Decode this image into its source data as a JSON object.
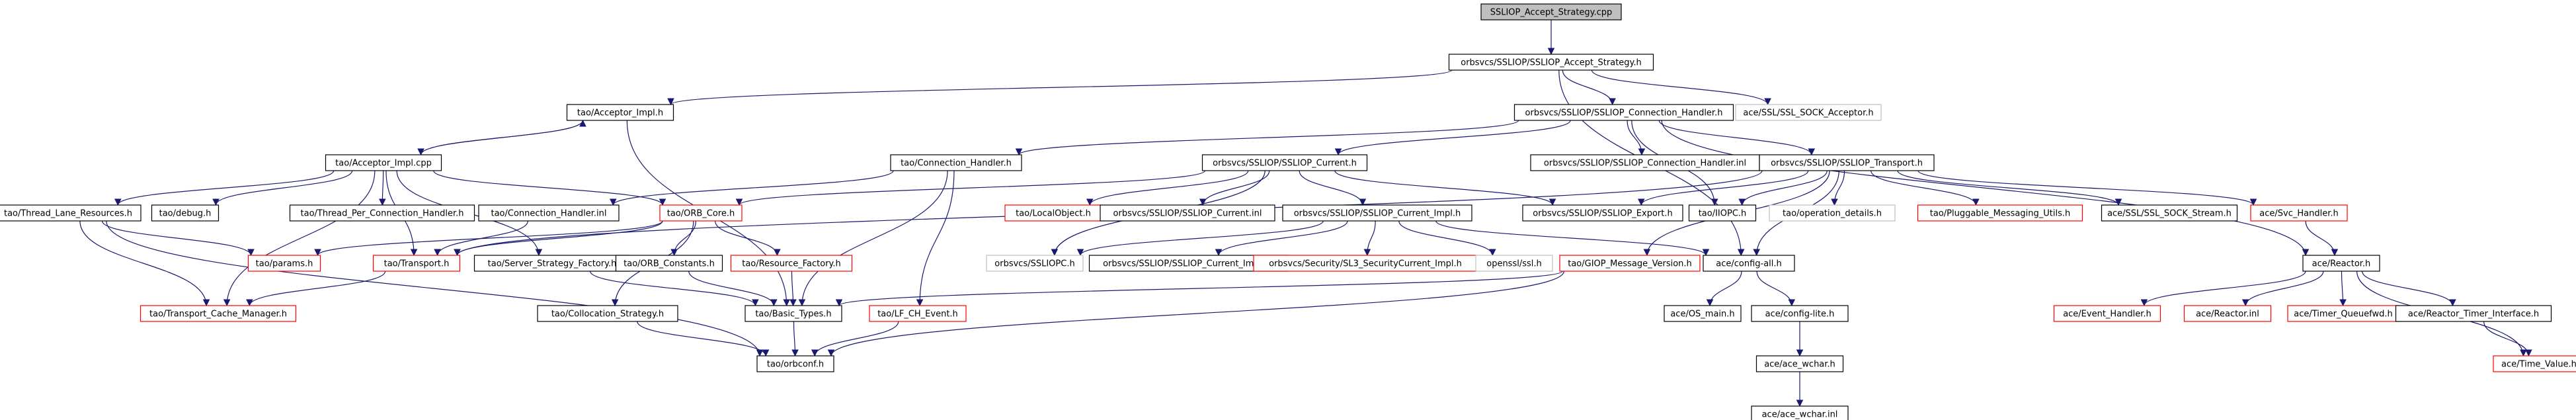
{
  "colors": {
    "edge": "#191970",
    "border_normal": "#000000",
    "border_external": "#ff0000",
    "border_missing": "#bfbfbf",
    "fill_root": "#bfbfbf",
    "fill_default": "#ffffff"
  },
  "nodes": [
    {
      "id": "root",
      "label": "SSLIOP_Accept_Strategy.cpp",
      "kind": "root"
    },
    {
      "id": "accept_h",
      "label": "orbsvcs/SSLIOP/SSLIOP_Accept_Strategy.h",
      "kind": "normal"
    },
    {
      "id": "acceptor_impl_h",
      "label": "tao/Acceptor_Impl.h",
      "kind": "normal"
    },
    {
      "id": "conn_handler_ssl_h",
      "label": "orbsvcs/SSLIOP/SSLIOP_Connection_Handler.h",
      "kind": "normal"
    },
    {
      "id": "ssl_sock_acceptor_h",
      "label": "ace/SSL/SSL_SOCK_Acceptor.h",
      "kind": "missing"
    },
    {
      "id": "acceptor_impl_cpp",
      "label": "tao/Acceptor_Impl.cpp",
      "kind": "normal"
    },
    {
      "id": "connection_handler_h",
      "label": "tao/Connection_Handler.h",
      "kind": "normal"
    },
    {
      "id": "sslioP_current_h",
      "label": "orbsvcs/SSLIOP/SSLIOP_Current.h",
      "kind": "normal"
    },
    {
      "id": "conn_handler_inl",
      "label": "orbsvcs/SSLIOP/SSLIOP_Connection_Handler.inl",
      "kind": "normal"
    },
    {
      "id": "transport_ssl_h",
      "label": "orbsvcs/SSLIOP/SSLIOP_Transport.h",
      "kind": "normal"
    },
    {
      "id": "thread_lane_h",
      "label": "tao/Thread_Lane_Resources.h",
      "kind": "normal"
    },
    {
      "id": "debug_h",
      "label": "tao/debug.h",
      "kind": "normal"
    },
    {
      "id": "thread_per_conn_h",
      "label": "tao/Thread_Per_Connection_Handler.h",
      "kind": "normal"
    },
    {
      "id": "conn_handler_tao_inl",
      "label": "tao/Connection_Handler.inl",
      "kind": "normal"
    },
    {
      "id": "orb_core_h",
      "label": "tao/ORB_Core.h",
      "kind": "external"
    },
    {
      "id": "localobject_h",
      "label": "tao/LocalObject.h",
      "kind": "external"
    },
    {
      "id": "current_inl",
      "label": "orbsvcs/SSLIOP/SSLIOP_Current.inl",
      "kind": "normal"
    },
    {
      "id": "ssl_export_h",
      "label": "orbsvcs/SSLIOP/SSLIOP_Export.h",
      "kind": "normal"
    },
    {
      "id": "iiopc_h",
      "label": "tao/IIOPC.h",
      "kind": "normal"
    },
    {
      "id": "op_details_h",
      "label": "tao/operation_details.h",
      "kind": "missing"
    },
    {
      "id": "pluggable_msg_h",
      "label": "tao/Pluggable_Messaging_Utils.h",
      "kind": "external"
    },
    {
      "id": "ssl_sock_stream_h",
      "label": "ace/SSL/SSL_SOCK_Stream.h",
      "kind": "normal"
    },
    {
      "id": "svc_handler_h",
      "label": "ace/Svc_Handler.h",
      "kind": "external"
    },
    {
      "id": "current_impl_h",
      "label": "orbsvcs/SSLIOP/SSLIOP_Current_Impl.h",
      "kind": "normal"
    },
    {
      "id": "params_h",
      "label": "tao/params.h",
      "kind": "external"
    },
    {
      "id": "transport_h",
      "label": "tao/Transport.h",
      "kind": "external"
    },
    {
      "id": "server_strategy_h",
      "label": "tao/Server_Strategy_Factory.h",
      "kind": "normal"
    },
    {
      "id": "orb_constants_h",
      "label": "tao/ORB_Constants.h",
      "kind": "normal"
    },
    {
      "id": "resource_factory_h",
      "label": "tao/Resource_Factory.h",
      "kind": "external"
    },
    {
      "id": "sslIopc_h",
      "label": "orbsvcs/SSLIOPC.h",
      "kind": "missing"
    },
    {
      "id": "current_impl_inl",
      "label": "orbsvcs/SSLIOP/SSLIOP_Current_Impl.inl",
      "kind": "normal"
    },
    {
      "id": "securitycurrent_h",
      "label": "orbsvcs/Security/SL3_SecurityCurrent_Impl.h",
      "kind": "external"
    },
    {
      "id": "openssl_h",
      "label": "openssl/ssl.h",
      "kind": "missing"
    },
    {
      "id": "giop_msg_h",
      "label": "tao/GIOP_Message_Version.h",
      "kind": "external"
    },
    {
      "id": "config_all_h",
      "label": "ace/config-all.h",
      "kind": "normal"
    },
    {
      "id": "reactor_h",
      "label": "ace/Reactor.h",
      "kind": "normal"
    },
    {
      "id": "transport_cache_h",
      "label": "tao/Transport_Cache_Manager.h",
      "kind": "external"
    },
    {
      "id": "collocation_h",
      "label": "tao/Collocation_Strategy.h",
      "kind": "normal"
    },
    {
      "id": "basic_types_h",
      "label": "tao/Basic_Types.h",
      "kind": "normal"
    },
    {
      "id": "lf_ch_event_h",
      "label": "tao/LF_CH_Event.h",
      "kind": "external"
    },
    {
      "id": "os_main_h",
      "label": "ace/OS_main.h",
      "kind": "normal"
    },
    {
      "id": "config_lite_h",
      "label": "ace/config-lite.h",
      "kind": "normal"
    },
    {
      "id": "event_handler_h",
      "label": "ace/Event_Handler.h",
      "kind": "external"
    },
    {
      "id": "reactor_inl",
      "label": "ace/Reactor.inl",
      "kind": "external"
    },
    {
      "id": "timer_queuefwd_h",
      "label": "ace/Timer_Queuefwd.h",
      "kind": "external"
    },
    {
      "id": "reactor_timer_h",
      "label": "ace/Reactor_Timer_Interface.h",
      "kind": "normal"
    },
    {
      "id": "orbconf_h",
      "label": "tao/orbconf.h",
      "kind": "normal"
    },
    {
      "id": "ace_wchar_h",
      "label": "ace/ace_wchar.h",
      "kind": "normal"
    },
    {
      "id": "time_value_h",
      "label": "ace/Time_Value.h",
      "kind": "external"
    },
    {
      "id": "ace_wchar_inl",
      "label": "ace/ace_wchar.inl",
      "kind": "normal"
    }
  ],
  "edges": [
    [
      "root",
      "accept_h"
    ],
    [
      "accept_h",
      "acceptor_impl_h"
    ],
    [
      "accept_h",
      "conn_handler_ssl_h"
    ],
    [
      "accept_h",
      "ssl_sock_acceptor_h"
    ],
    [
      "accept_h",
      "config_all_h"
    ],
    [
      "acceptor_impl_h",
      "acceptor_impl_cpp"
    ],
    [
      "acceptor_impl_cpp",
      "acceptor_impl_h"
    ],
    [
      "acceptor_impl_h",
      "basic_types_h"
    ],
    [
      "acceptor_impl_cpp",
      "thread_lane_h"
    ],
    [
      "acceptor_impl_cpp",
      "debug_h"
    ],
    [
      "acceptor_impl_cpp",
      "thread_per_conn_h"
    ],
    [
      "acceptor_impl_cpp",
      "orb_core_h"
    ],
    [
      "acceptor_impl_cpp",
      "transport_h"
    ],
    [
      "acceptor_impl_cpp",
      "server_strategy_h"
    ],
    [
      "acceptor_impl_cpp",
      "transport_cache_h"
    ],
    [
      "conn_handler_ssl_h",
      "connection_handler_h"
    ],
    [
      "conn_handler_ssl_h",
      "sslioP_current_h"
    ],
    [
      "conn_handler_ssl_h",
      "conn_handler_inl"
    ],
    [
      "conn_handler_ssl_h",
      "transport_ssl_h"
    ],
    [
      "conn_handler_ssl_h",
      "iiopc_h"
    ],
    [
      "conn_handler_ssl_h",
      "reactor_h"
    ],
    [
      "connection_handler_h",
      "conn_handler_tao_inl"
    ],
    [
      "connection_handler_h",
      "basic_types_h"
    ],
    [
      "connection_handler_h",
      "lf_ch_event_h"
    ],
    [
      "sslioP_current_h",
      "orb_core_h"
    ],
    [
      "sslioP_current_h",
      "localobject_h"
    ],
    [
      "sslioP_current_h",
      "current_inl"
    ],
    [
      "sslioP_current_h",
      "ssl_export_h"
    ],
    [
      "sslioP_current_h",
      "current_impl_h"
    ],
    [
      "sslioP_current_h",
      "sslIopc_h"
    ],
    [
      "transport_ssl_h",
      "ssl_export_h"
    ],
    [
      "transport_ssl_h",
      "iiopc_h"
    ],
    [
      "transport_ssl_h",
      "op_details_h"
    ],
    [
      "transport_ssl_h",
      "pluggable_msg_h"
    ],
    [
      "transport_ssl_h",
      "ssl_sock_stream_h"
    ],
    [
      "transport_ssl_h",
      "svc_handler_h"
    ],
    [
      "transport_ssl_h",
      "giop_msg_h"
    ],
    [
      "transport_ssl_h",
      "config_all_h"
    ],
    [
      "transport_ssl_h",
      "transport_h"
    ],
    [
      "svc_handler_h",
      "reactor_h"
    ],
    [
      "current_impl_h",
      "sslIopc_h"
    ],
    [
      "current_impl_h",
      "current_impl_inl"
    ],
    [
      "current_impl_h",
      "securitycurrent_h"
    ],
    [
      "current_impl_h",
      "openssl_h"
    ],
    [
      "current_impl_h",
      "config_all_h"
    ],
    [
      "thread_lane_h",
      "params_h"
    ],
    [
      "thread_lane_h",
      "transport_cache_h"
    ],
    [
      "thread_lane_h",
      "orbconf_h"
    ],
    [
      "orb_core_h",
      "params_h"
    ],
    [
      "orb_core_h",
      "transport_h"
    ],
    [
      "orb_core_h",
      "orb_constants_h"
    ],
    [
      "orb_core_h",
      "resource_factory_h"
    ],
    [
      "orb_core_h",
      "collocation_h"
    ],
    [
      "conn_handler_tao_inl",
      "transport_h"
    ],
    [
      "transport_h",
      "transport_cache_h"
    ],
    [
      "server_strategy_h",
      "basic_types_h"
    ],
    [
      "orb_constants_h",
      "basic_types_h"
    ],
    [
      "resource_factory_h",
      "basic_types_h"
    ],
    [
      "giop_msg_h",
      "basic_types_h"
    ],
    [
      "giop_msg_h",
      "orbconf_h"
    ],
    [
      "config_all_h",
      "os_main_h"
    ],
    [
      "config_all_h",
      "config_lite_h"
    ],
    [
      "config_lite_h",
      "ace_wchar_h"
    ],
    [
      "ace_wchar_h",
      "ace_wchar_inl"
    ],
    [
      "basic_types_h",
      "orbconf_h"
    ],
    [
      "collocation_h",
      "orbconf_h"
    ],
    [
      "lf_ch_event_h",
      "orbconf_h"
    ],
    [
      "reactor_h",
      "event_handler_h"
    ],
    [
      "reactor_h",
      "reactor_inl"
    ],
    [
      "reactor_h",
      "timer_queuefwd_h"
    ],
    [
      "reactor_h",
      "reactor_timer_h"
    ],
    [
      "reactor_h",
      "time_value_h"
    ],
    [
      "reactor_timer_h",
      "time_value_h"
    ]
  ]
}
